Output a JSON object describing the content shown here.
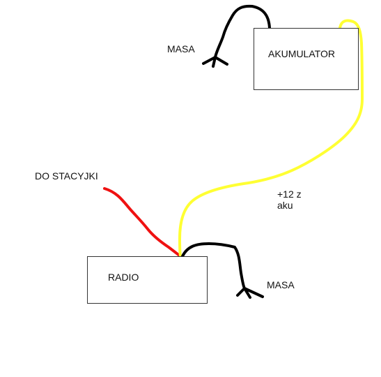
{
  "diagram": {
    "nodes": {
      "accumulator": {
        "label": "AKUMULATOR"
      },
      "radio": {
        "label": "RADIO"
      }
    },
    "labels": {
      "ground_top": "MASA",
      "ground_bottom": "MASA",
      "ignition": "DO STACYJKI",
      "plus12_line1": "+12 z",
      "plus12_line2": "aku"
    },
    "wires": [
      {
        "id": "ignition-wire",
        "color": "#ef1111",
        "from": "DO STACYJKI",
        "to": "RADIO"
      },
      {
        "id": "battery-positive-wire",
        "color": "#ffff33",
        "from": "AKUMULATOR",
        "to": "RADIO"
      },
      {
        "id": "accumulator-ground-wire",
        "color": "#000000",
        "from": "AKUMULATOR",
        "to": "MASA"
      },
      {
        "id": "radio-ground-wire",
        "color": "#000000",
        "from": "RADIO",
        "to": "MASA"
      }
    ]
  }
}
